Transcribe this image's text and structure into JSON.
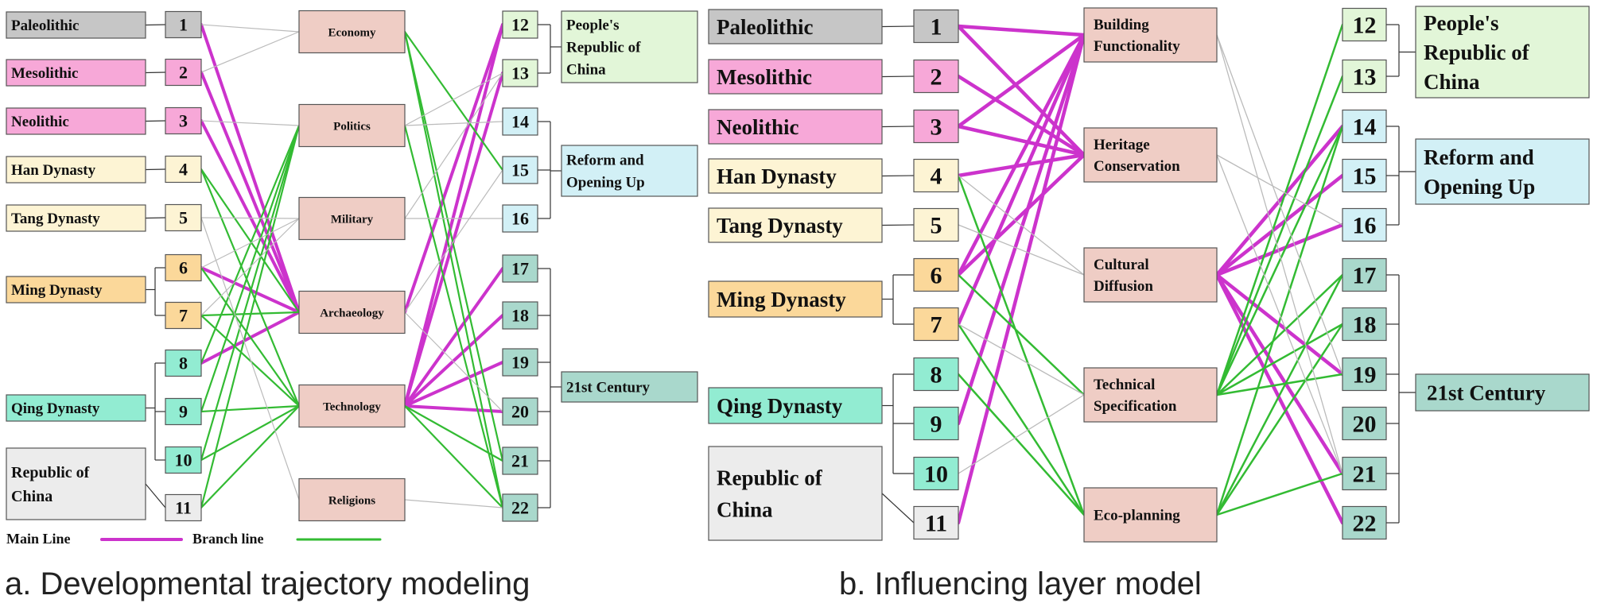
{
  "panel_a": {
    "caption": "a. Developmental trajectory modeling",
    "legend": {
      "main_label": "Main Line",
      "branch_label": "Branch line"
    },
    "periods": [
      "Paleolithic",
      "Mesolithic",
      "Neolithic",
      "Han Dynasty",
      "Tang Dynasty",
      "Ming Dynasty",
      "Qing Dynasty",
      "Republic of China"
    ],
    "left_numbers": [
      "1",
      "2",
      "3",
      "4",
      "5",
      "6",
      "7",
      "8",
      "9",
      "10",
      "11"
    ],
    "categories": [
      "Economy",
      "Politics",
      "Military",
      "Archaeology",
      "Technology",
      "Religions"
    ],
    "right_numbers": [
      "12",
      "13",
      "14",
      "15",
      "16",
      "17",
      "18",
      "19",
      "20",
      "21",
      "22"
    ],
    "eras": [
      "People's Republic of China",
      "Reform and Opening Up",
      "21st Century"
    ]
  },
  "panel_b": {
    "caption": "b. Influencing layer model",
    "periods": [
      "Paleolithic",
      "Mesolithic",
      "Neolithic",
      "Han Dynasty",
      "Tang Dynasty",
      "Ming Dynasty",
      "Qing Dynasty",
      "Republic of China"
    ],
    "left_numbers": [
      "1",
      "2",
      "3",
      "4",
      "5",
      "6",
      "7",
      "8",
      "9",
      "10",
      "11"
    ],
    "categories": [
      "Building Functionality",
      "Heritage Conservation",
      "Cultural Diffusion",
      "Technical Specification",
      "Eco-planning"
    ],
    "right_numbers": [
      "12",
      "13",
      "14",
      "15",
      "16",
      "17",
      "18",
      "19",
      "20",
      "21",
      "22"
    ],
    "eras": [
      "People's Republic of China",
      "Reform and Opening Up",
      "21st Century"
    ]
  },
  "colors": {
    "main_line": "#cc33cc",
    "branch_line": "#33bb33",
    "minor_line": "#bbbbbb",
    "prehistoric": "#c6c6c6",
    "mesolithic": "#f7a8d8",
    "han_tang": "#fdf4d4",
    "ming": "#fbd89a",
    "qing": "#92ecd2",
    "republic": "#ececec",
    "category": "#efcdc5",
    "prc": "#e2f6d8",
    "reform": "#d2f0f6",
    "century": "#a9d8cc"
  }
}
